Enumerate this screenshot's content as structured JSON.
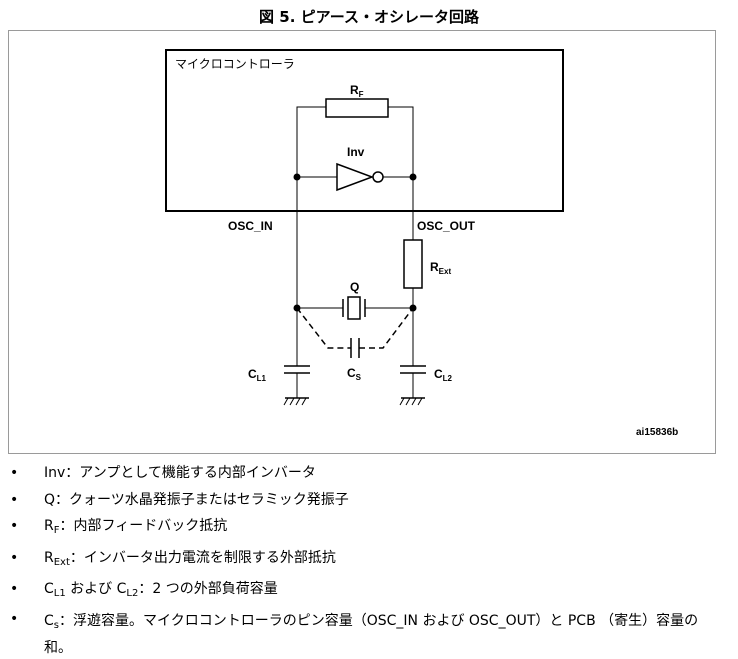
{
  "figure": {
    "title": "図 5. ピアース・オシレータ回路",
    "id_label": "ai15836b"
  },
  "diagram": {
    "box_label": "マイクロコントローラ",
    "rf": {
      "main": "R",
      "sub": "F"
    },
    "inv": "Inv",
    "osc_in": "OSC_IN",
    "osc_out": "OSC_OUT",
    "rext": {
      "main": "R",
      "sub": "Ext"
    },
    "q": "Q",
    "cs": {
      "main": "C",
      "sub": "S"
    },
    "cl1": {
      "main": "C",
      "sub": "L1"
    },
    "cl2": {
      "main": "C",
      "sub": "L2"
    }
  },
  "bullets": {
    "b1": {
      "term": "Inv",
      "desc": "：アンプとして機能する内部インバータ"
    },
    "b2": {
      "term": "Q",
      "desc": "：クォーツ水晶発振子またはセラミック発振子"
    },
    "b3": {
      "term_main": "R",
      "term_sub": "F",
      "desc": "：内部フィードバック抵抗"
    },
    "b4": {
      "term_main": "R",
      "term_sub": "Ext",
      "desc": "：インバータ出力電流を制限する外部抵抗"
    },
    "b5": {
      "c1_main": "C",
      "c1_sub": "L1",
      "mid": " および ",
      "c2_main": "C",
      "c2_sub": "L2",
      "desc": "：2 つの外部負荷容量"
    },
    "b6": {
      "term_main": "C",
      "term_sub": "s",
      "desc": "：浮遊容量。マイクロコントローラのピン容量（OSC_IN および OSC_OUT）と PCB （寄生）容量の和。"
    }
  }
}
